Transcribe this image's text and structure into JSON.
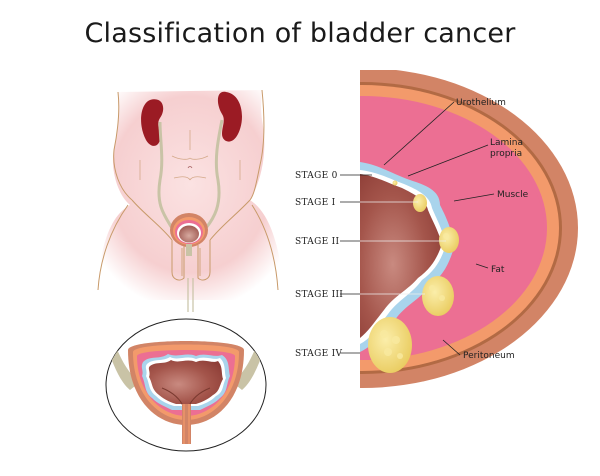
{
  "title": "Classification of bladder cancer",
  "stages": [
    {
      "label": "STAGE 0"
    },
    {
      "label": "STAGE I"
    },
    {
      "label": "STAGE II"
    },
    {
      "label": "STAGE III"
    },
    {
      "label": "STAGE IV"
    }
  ],
  "layers": [
    {
      "label": "Urothelium"
    },
    {
      "label": "Lamina"
    },
    {
      "label": "propria"
    },
    {
      "label": "Muscle"
    },
    {
      "label": "Fat"
    },
    {
      "label": "Peritoneum"
    }
  ],
  "colors": {
    "skin": "#f7d3d3",
    "kidney": "#9b1b24",
    "ureter": "#c9c3a6",
    "bladder_lumen": "#a8584c",
    "urothelium": "#a9d4ec",
    "muscle": "#ec6f93",
    "fat": "#f39a6b",
    "outer": "#d28466",
    "tumor": "#f3dc7a"
  }
}
